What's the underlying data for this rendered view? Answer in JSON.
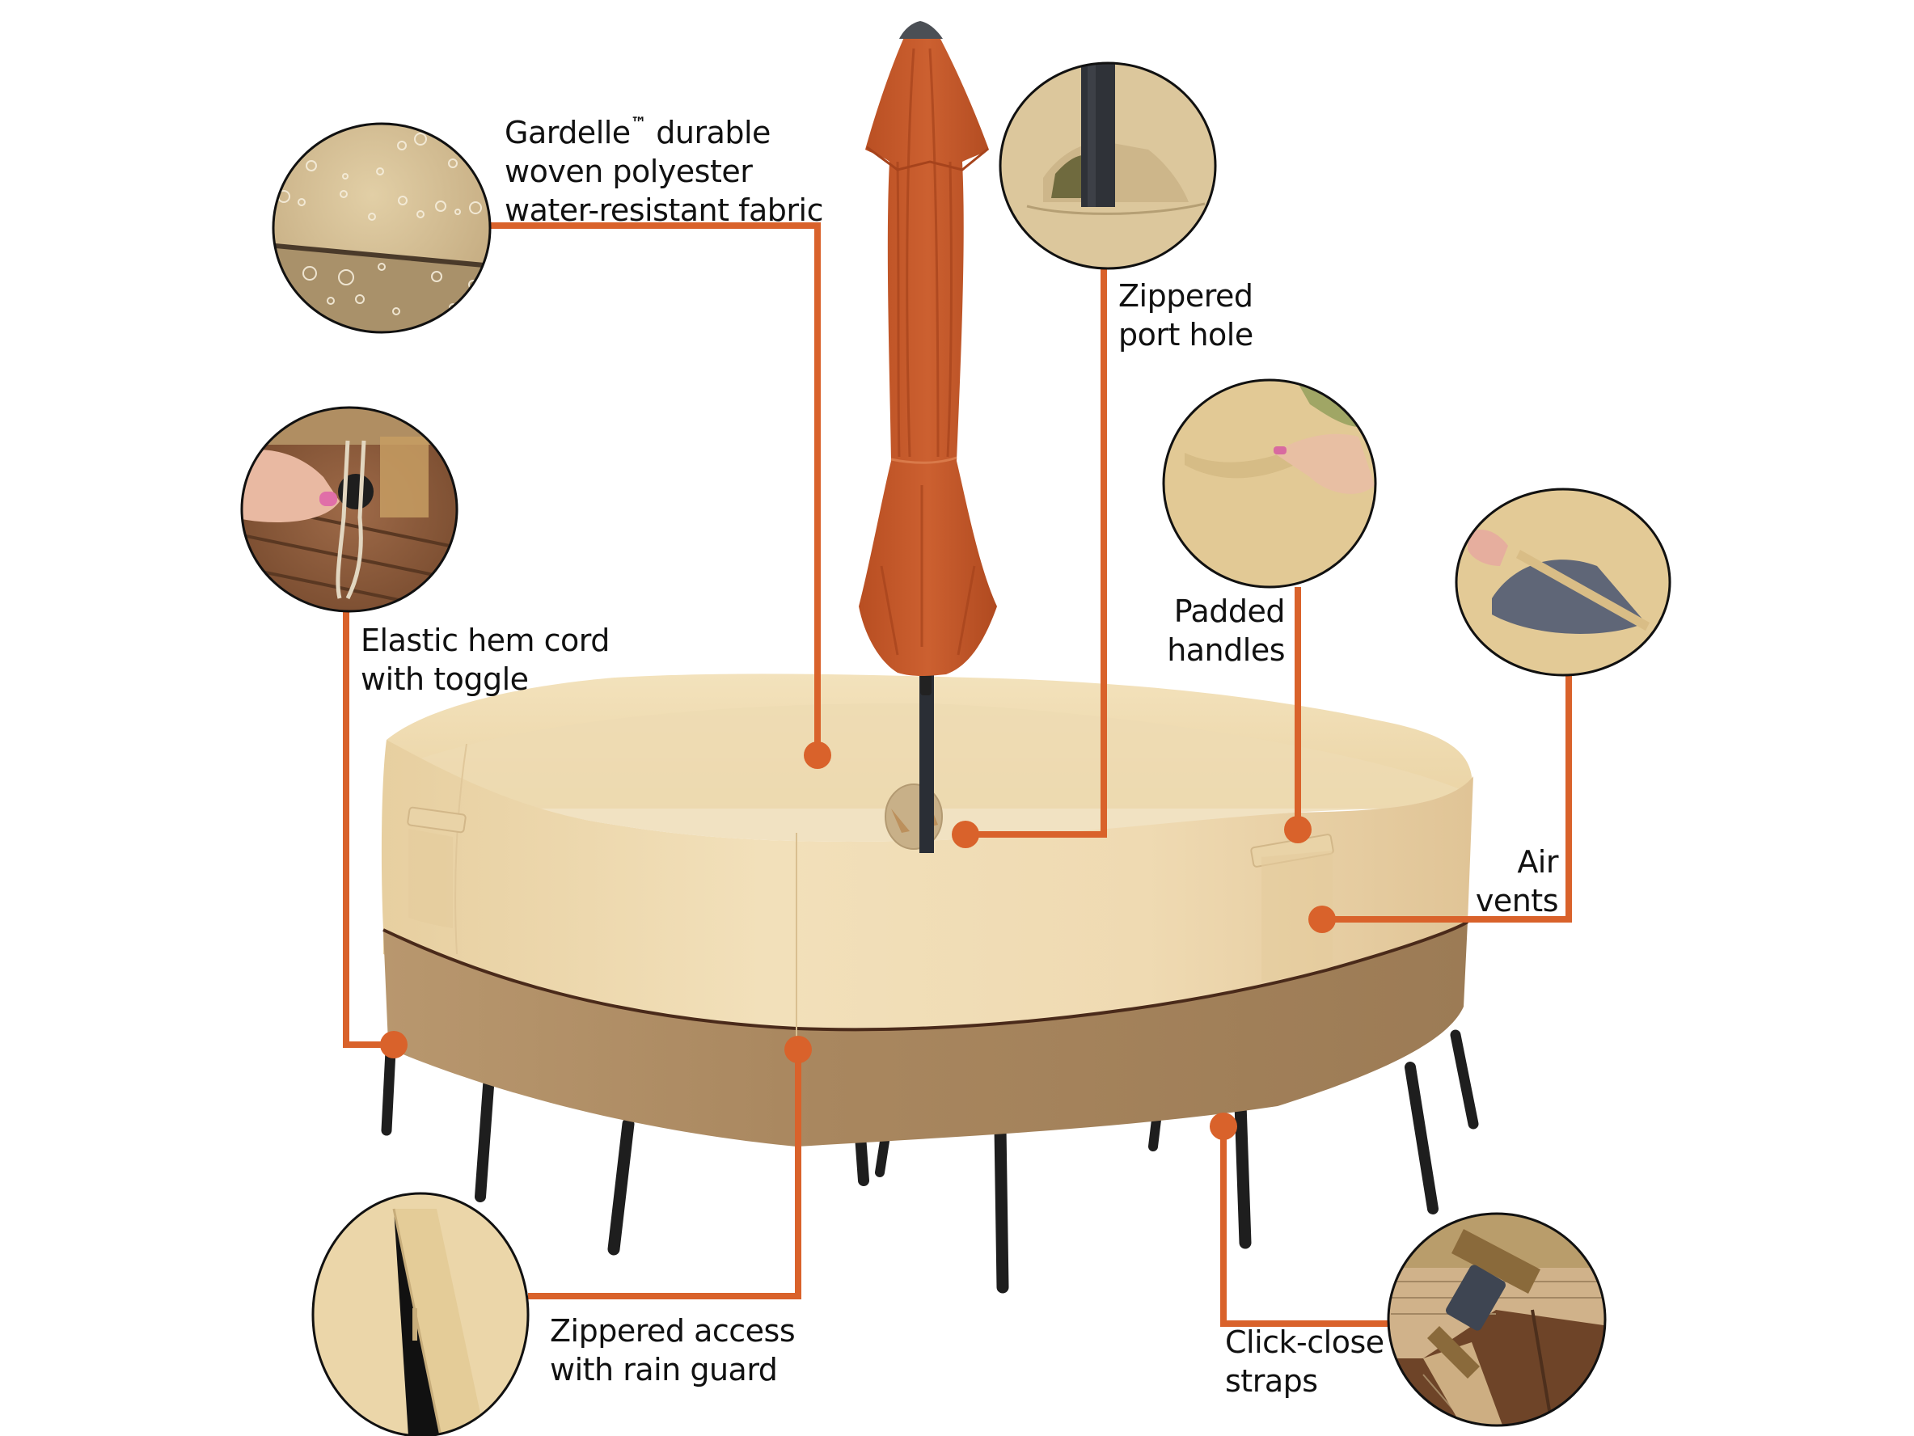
{
  "colors": {
    "callout_orange": "#D9622B",
    "cover_light": "#EEDAB0",
    "cover_top": "#F1DEB5",
    "cover_shadow": "#DCC193",
    "cover_band": "#A88762",
    "cover_band_dark": "#8F7050",
    "piping": "#4A2A1A",
    "umbrella": "#C4592B",
    "umbrella_dark": "#A8471F",
    "pole": "#2A2E35",
    "legs": "#1E1E1E",
    "circle_border": "#111111",
    "text": "#111111",
    "background": "#FFFFFF"
  },
  "callouts": [
    {
      "id": "fabric",
      "lines": [
        "Gardelle",
        " durable",
        "woven polyester",
        "water-resistant fabric"
      ],
      "trademark": "™",
      "icon": "water-droplets-fabric-icon"
    },
    {
      "id": "port-hole",
      "lines": [
        "Zippered",
        "port hole"
      ],
      "icon": "zippered-port-hole-icon"
    },
    {
      "id": "elastic-cord",
      "lines": [
        "Elastic hem cord",
        "with toggle"
      ],
      "icon": "elastic-cord-toggle-icon"
    },
    {
      "id": "padded-handles",
      "lines": [
        "Padded",
        "handles"
      ],
      "icon": "padded-handle-icon"
    },
    {
      "id": "air-vents",
      "lines": [
        "Air",
        "vents"
      ],
      "icon": "air-vent-icon"
    },
    {
      "id": "zippered-access",
      "lines": [
        "Zippered access",
        "with rain guard"
      ],
      "icon": "zipper-rain-guard-icon"
    },
    {
      "id": "straps",
      "lines": [
        "Click-close",
        "straps"
      ],
      "icon": "buckle-strap-icon"
    }
  ]
}
